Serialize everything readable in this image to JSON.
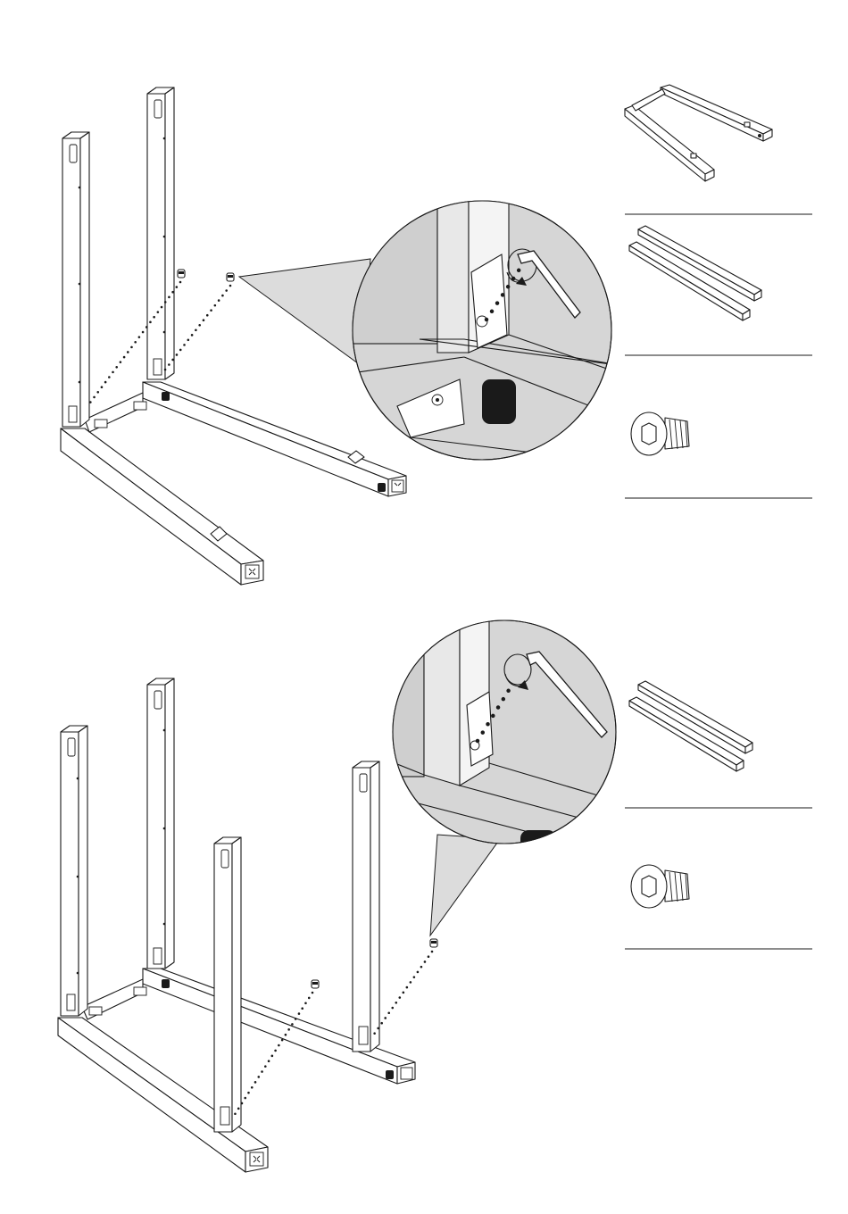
{
  "page": {
    "background": "#ffffff",
    "line_color": "#1a1a1a",
    "shade_color": "#d6d6d6"
  },
  "steps": [
    {
      "id": "step-1",
      "main_illustration": "frame-two-uprights-on-u-base",
      "detail_callout": "hex-key-tightening-bracket-screw",
      "parts": [
        {
          "icon": "u-base-frame-icon"
        },
        {
          "icon": "two-square-tubes-icon"
        },
        {
          "icon": "button-head-hex-screw-icon"
        }
      ]
    },
    {
      "id": "step-2",
      "main_illustration": "frame-four-uprights-on-u-base",
      "detail_callout": "hex-key-tightening-bracket-screw",
      "parts": [
        {
          "icon": "two-square-tubes-icon"
        },
        {
          "icon": "button-head-hex-screw-icon"
        }
      ]
    }
  ]
}
